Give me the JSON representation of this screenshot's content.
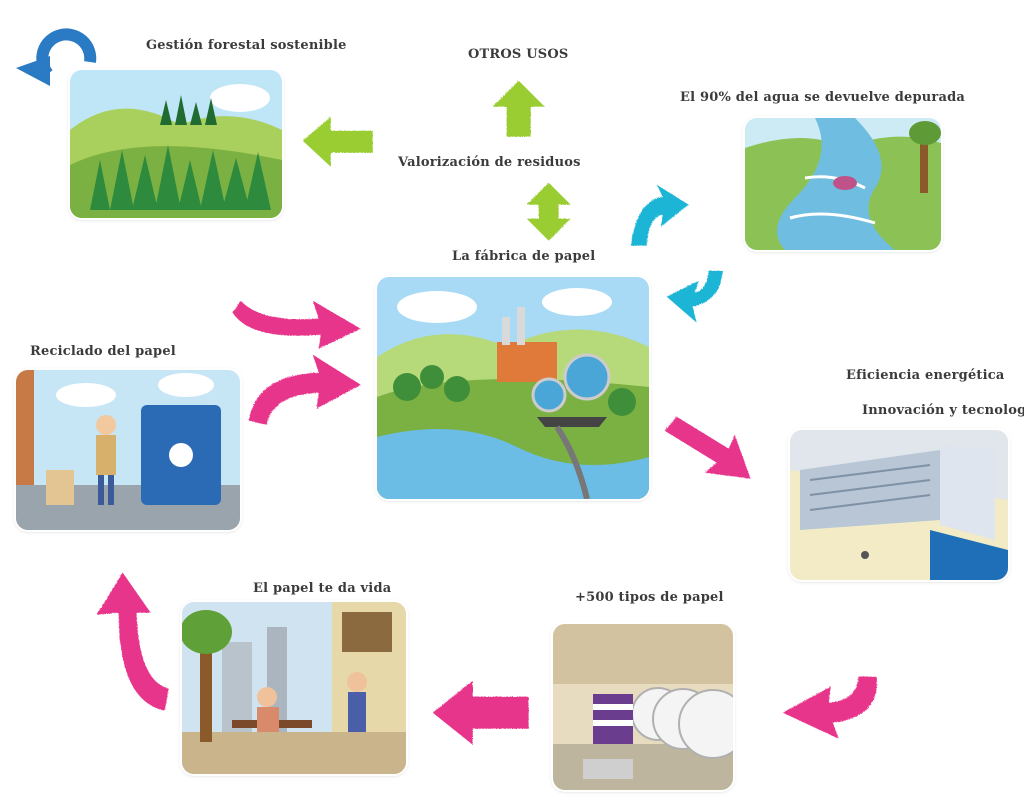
{
  "labels": {
    "forest": "Gestión forestal sostenible",
    "other_uses": "OTROS USOS",
    "waste": "Valorización de residuos",
    "water": "El 90% del agua se devuelve depurada",
    "factory": "La fábrica de papel",
    "recycling": "Reciclado del papel",
    "energy": "Eficiencia energética",
    "innovation": "Innovación y tecnología",
    "life": "El papel te da vida",
    "types": "+500 tipos de papel"
  },
  "colors": {
    "magenta_arrow": "#e8358c",
    "green_arrow": "#9acd32",
    "cyan_arrow": "#1fb5d6",
    "blue_cycle": "#2a7bc4",
    "text": "#3b3b3b"
  },
  "icons": [
    "refresh-cycle-icon",
    "arrow-up-icon",
    "arrow-left-icon",
    "arrow-right-icon",
    "arrow-up-down-icon",
    "curved-arrow-icon"
  ]
}
